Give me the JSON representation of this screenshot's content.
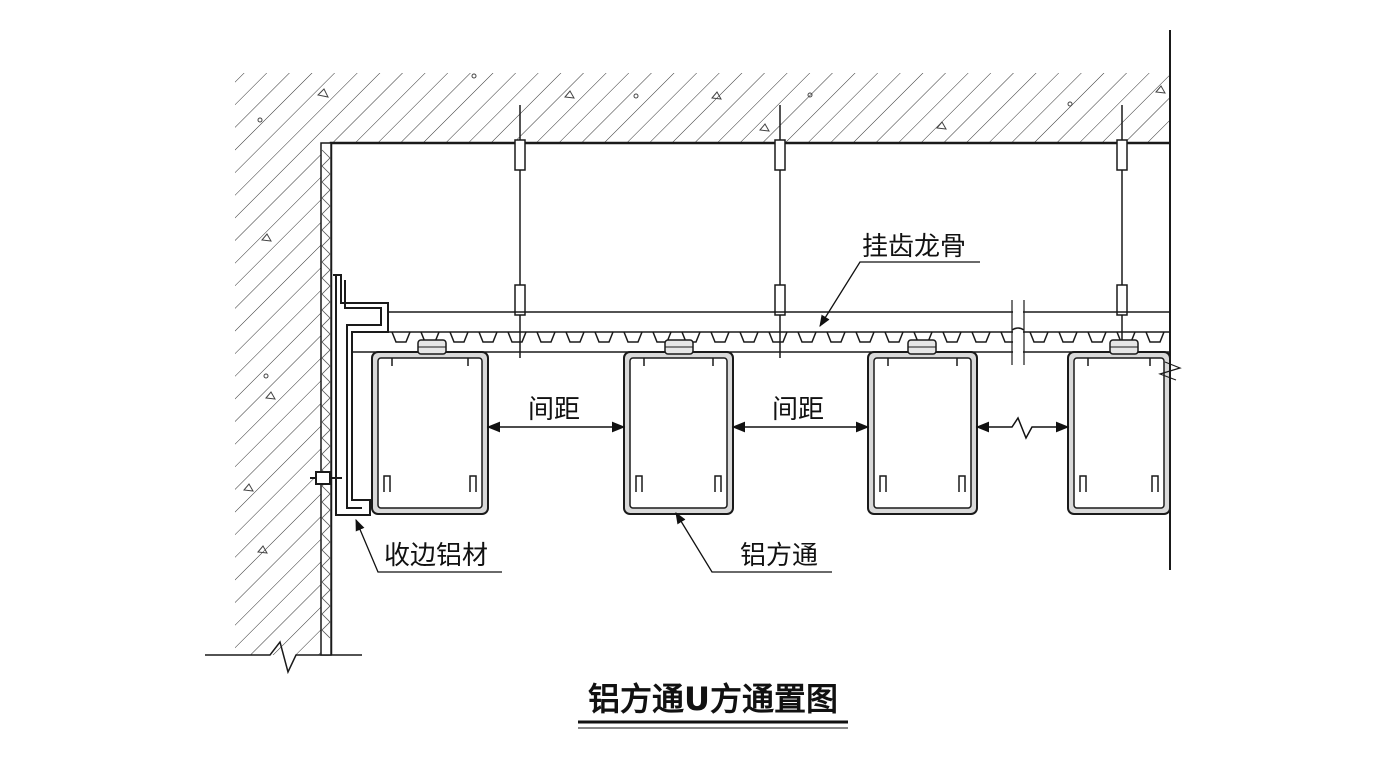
{
  "labels": {
    "keel": "挂齿龙骨",
    "spacing_1": "间距",
    "spacing_2": "间距",
    "edge_trim": "收边铝材",
    "square_tube": "铝方通"
  },
  "title": "铝方通U方通置图",
  "colors": {
    "line": "#1a1a1a",
    "tube_fill": "#d9d9d9",
    "background": "#ffffff"
  }
}
